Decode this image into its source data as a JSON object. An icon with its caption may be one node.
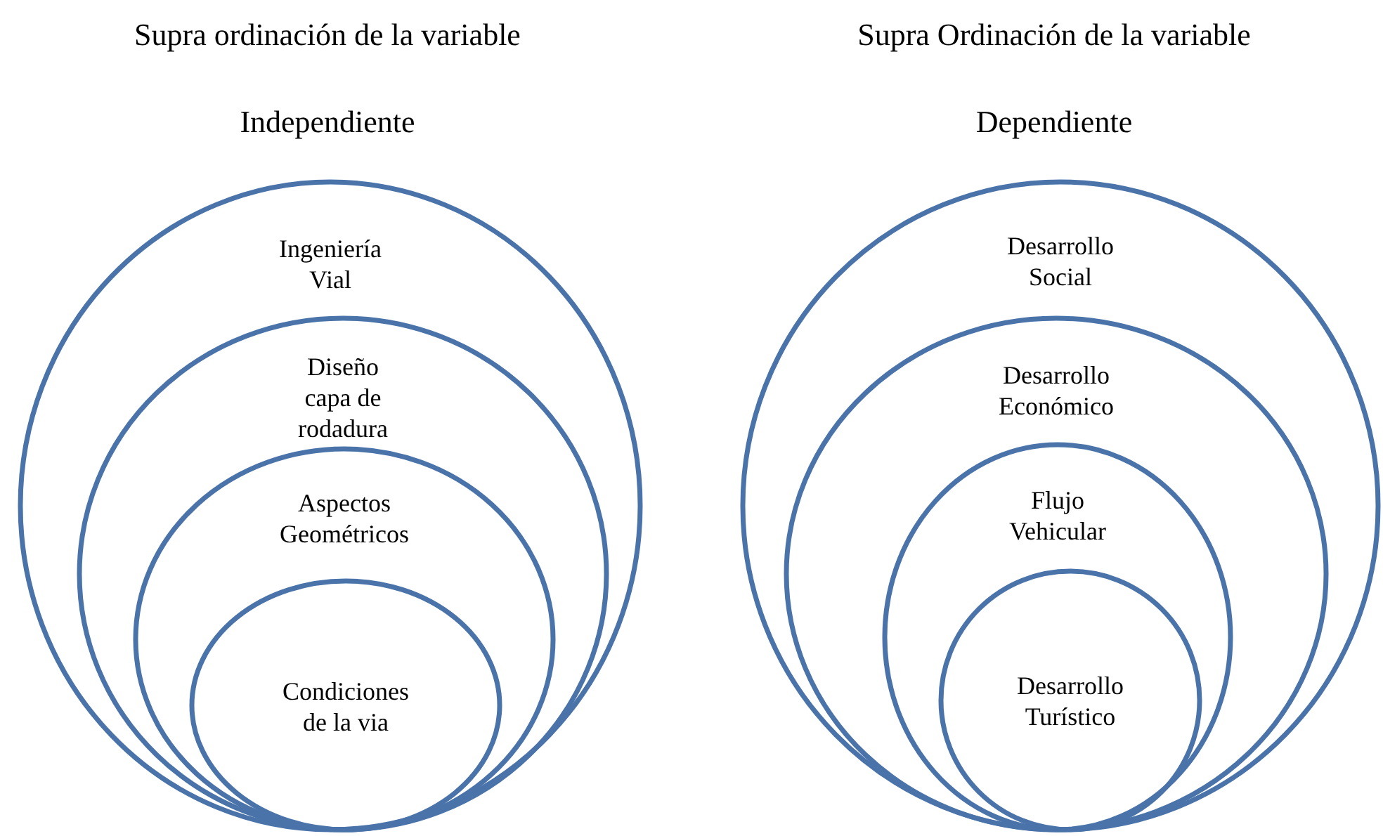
{
  "diagram": {
    "nodes": [
      {
        "text": [
          "Ingeniería Vial"
        ]
      },
      {
        "text": [
          "Diseño capa de rodadura"
        ],
        "in": 0
      },
      {
        "text": [
          "Aspectos Geométricos"
        ],
        "in": 1
      },
      {
        "text": [
          "Condiciones de la via"
        ],
        "in": 2
      },
      {
        "text": [
          "Desarrollo Social"
        ]
      },
      {
        "text": [
          "Desarrollo Económico"
        ],
        "in": 4
      },
      {
        "text": [
          "Flujo Vehicular"
        ],
        "in": 5
      },
      {
        "text": [
          "Desarrollo Turístico"
        ],
        "in": 6
      }
    ],
    "labels": [
      "Supra ordinación de la variable",
      "Independiente",
      "Supra Ordinación de la variable",
      "Dependiente"
    ]
  }
}
